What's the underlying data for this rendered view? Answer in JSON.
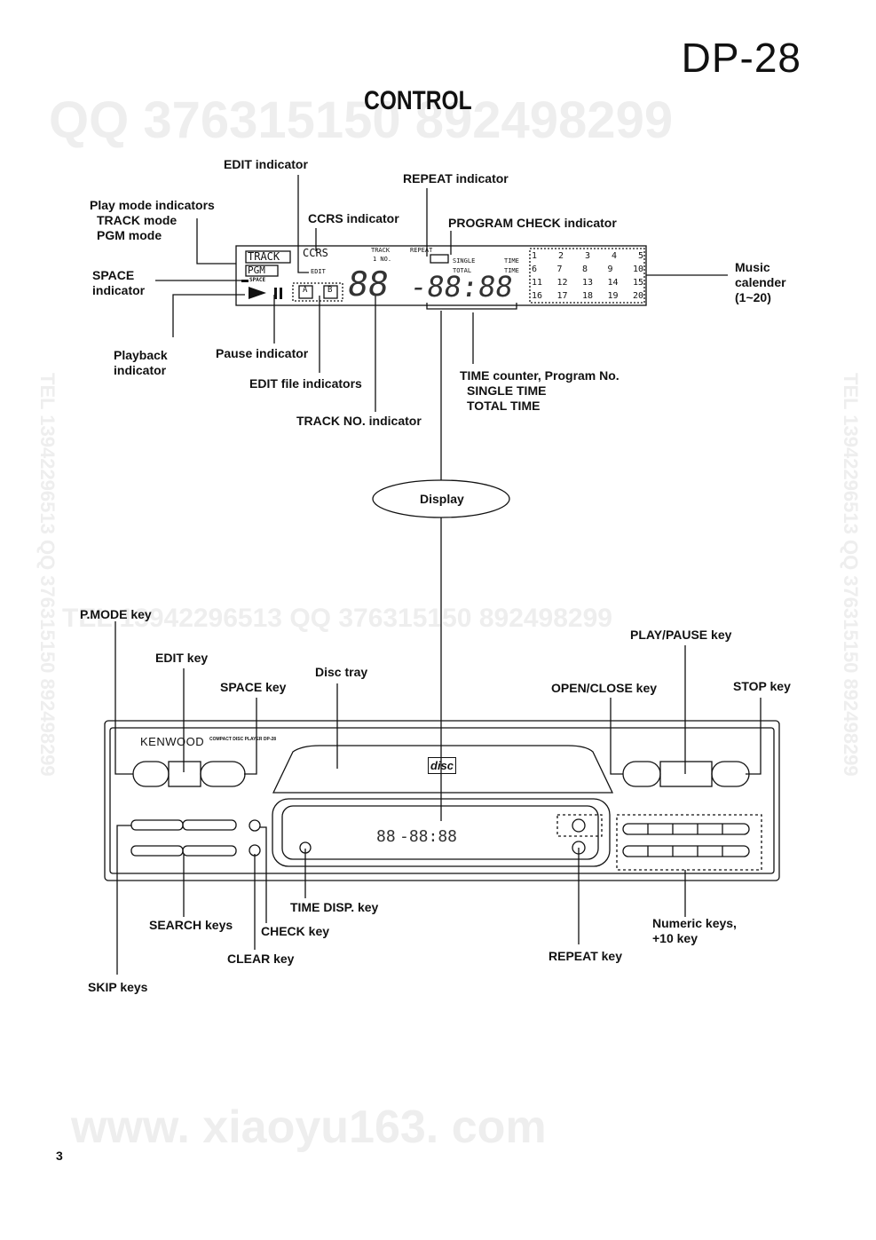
{
  "header": {
    "model": "DP-28",
    "title": "CONTROL"
  },
  "watermarks": {
    "top": "QQ 376315150   892498299",
    "mid": "TEL 13942296513   QQ 376315150  892498299",
    "side": "TEL 13942296513 QQ 376315150 892498299",
    "bottom": "www. xiaoyu163. com"
  },
  "display_labels": {
    "edit_indicator": "EDIT indicator",
    "repeat_indicator": "REPEAT indicator",
    "play_mode": [
      "Play mode indicators",
      "TRACK mode",
      "PGM mode"
    ],
    "ccrs_indicator": "CCRS indicator",
    "program_check_indicator": "PROGRAM CHECK indicator",
    "space_indicator": [
      "SPACE",
      "indicator"
    ],
    "music_calendar": [
      "Music",
      "calender",
      "(1~20)"
    ],
    "playback_indicator": [
      "Playback",
      "indicator"
    ],
    "pause_indicator": "Pause indicator",
    "edit_file_indicators": "EDIT file indicators",
    "time_counter": [
      "TIME counter, Program No.",
      "SINGLE TIME",
      "TOTAL TIME"
    ],
    "track_no_indicator": "TRACK NO. indicator",
    "display": "Display"
  },
  "lcd": {
    "track_box": "TRACK",
    "pgm_box": "PGM",
    "space": "SPACE",
    "ccrs": "CCRS",
    "edit": "EDIT",
    "track_no": [
      "TRACK",
      "1  NO."
    ],
    "repeat": "REPEAT",
    "single": "SINGLE",
    "total": "TOTAL",
    "time": "TIME",
    "file_a": "A",
    "file_b": "B",
    "track_digits": "88",
    "time_digits": "-88:88",
    "calendar": [
      [
        "1",
        "2",
        "3",
        "4",
        "5"
      ],
      [
        "6",
        "7",
        "8",
        "9",
        "10"
      ],
      [
        "11",
        "12",
        "13",
        "14",
        "15"
      ],
      [
        "16",
        "17",
        "18",
        "19",
        "20"
      ]
    ]
  },
  "player": {
    "brand": "KENWOOD",
    "model_text": "COMPACT DISC PLAYER DP-28",
    "disc_logo": "disc"
  },
  "key_labels": {
    "pmode": "P.MODE key",
    "edit": "EDIT key",
    "space": "SPACE key",
    "disc_tray": "Disc tray",
    "open_close": "OPEN/CLOSE key",
    "play_pause": "PLAY/PAUSE key",
    "stop": "STOP key",
    "time_disp": "TIME DISP. key",
    "search": "SEARCH keys",
    "check": "CHECK key",
    "clear": "CLEAR key",
    "skip": "SKIP keys",
    "repeat": "REPEAT key",
    "numeric": [
      "Numeric keys,",
      "+10 key"
    ]
  },
  "page_number": "3"
}
